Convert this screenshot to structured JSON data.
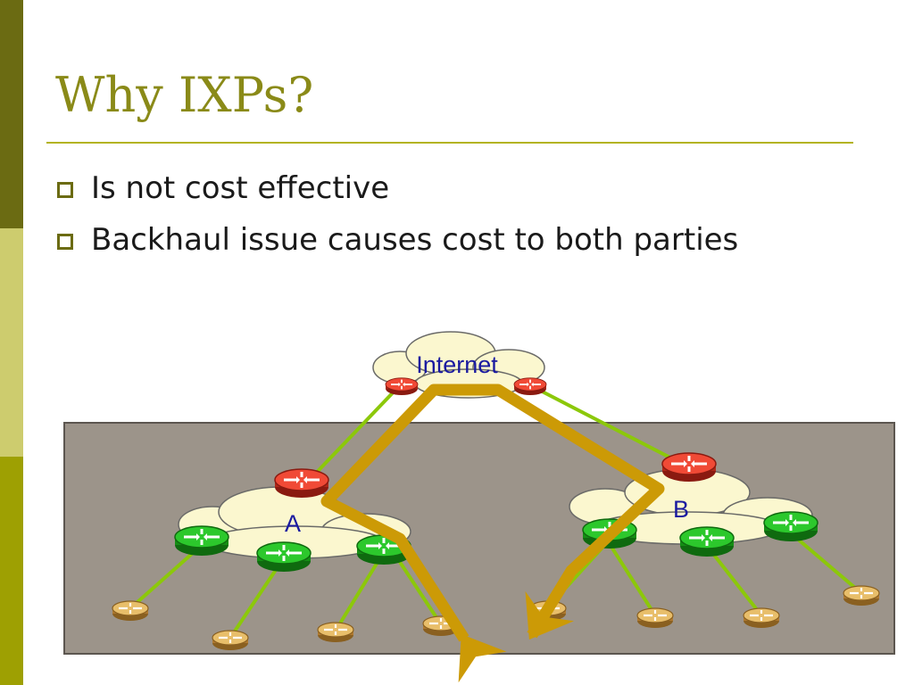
{
  "slide": {
    "title": "Why IXPs?",
    "bullets": [
      "Is not cost effective",
      "Backhaul issue causes cost to both parties"
    ]
  },
  "diagram": {
    "internet_label": "Internet",
    "network_a_label": "A",
    "network_b_label": "B"
  },
  "colors": {
    "theme_dark": "#6b6b12",
    "theme_light": "#cdcc6e",
    "theme_mid": "#9ea002",
    "title": "#8a8a18",
    "panel": "#9c948a",
    "cloud": "#fbf7cf",
    "link": "#8cc80a",
    "backhaul_arrow": "#cc9a06",
    "router_core": "#e03a2a",
    "router_edge": "#20b820",
    "router_access": "#d8a850",
    "label": "#1a1aa0"
  },
  "icons": [
    "router-icon",
    "cloud-icon",
    "bullet-square-icon"
  ]
}
